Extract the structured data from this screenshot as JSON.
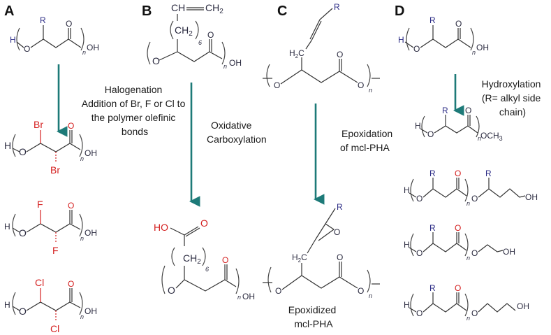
{
  "panels": {
    "A": {
      "letter": "A",
      "caption": [
        "Halogenation",
        "Addition of Br, F or Cl to",
        "the polymer olefinic",
        "bonds"
      ]
    },
    "B": {
      "letter": "B",
      "caption": [
        "Oxidative",
        "Carboxylation"
      ]
    },
    "C": {
      "letter": "C",
      "caption": [
        "Epoxidation",
        "of mcl-PHA"
      ],
      "product": [
        "Epoxidized",
        "mcl-PHA"
      ]
    },
    "D": {
      "letter": "D",
      "caption": [
        "Hydroxylation",
        "(R= alkyl side",
        "chain)"
      ]
    }
  },
  "atoms": {
    "R": "R",
    "O": "O",
    "OH": "OH",
    "HO": "HO",
    "H": "H",
    "n": "n",
    "Br": "Br",
    "F": "F",
    "Cl": "Cl",
    "CH": "CH",
    "eq": "=",
    "CH2": "CH",
    "two": "2",
    "six": "6",
    "OCH3": "OCH",
    "three": "3",
    "H2C": "H",
    "C": "C"
  },
  "colors": {
    "arrow": "#1d7a78",
    "halogen": "#d42020",
    "R": "#2b2b85"
  }
}
